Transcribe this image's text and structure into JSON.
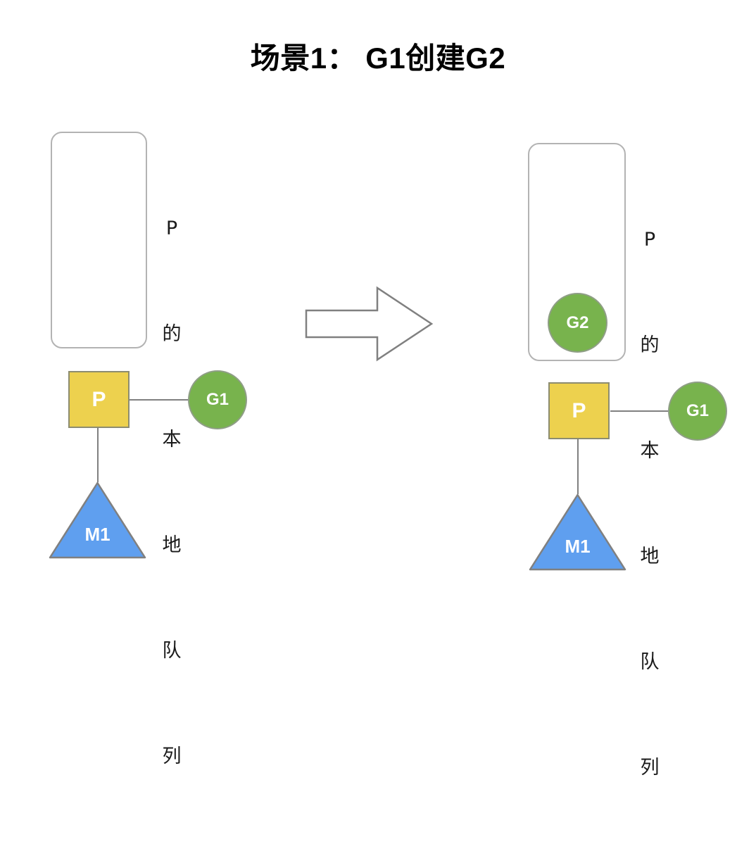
{
  "title": "场景1： G1创建G2",
  "colors": {
    "background": "#ffffff",
    "proc_fill": "#edd14e",
    "proc_stroke": "#8c8c70",
    "goroutine_fill": "#78b34d",
    "goroutine_stroke": "#8f9e86",
    "machine_fill": "#5f9fef",
    "machine_stroke": "#808080",
    "queue_stroke": "#b3b3b3",
    "connector": "#808080",
    "arrow_stroke": "#808080",
    "arrow_fill": "#ffffff",
    "label_text": "#ffffff",
    "caption_text": "#1a1a1a",
    "title_text": "#000000"
  },
  "left_panel": {
    "queue": {
      "name": "P-local-run-queue",
      "caption_chars": [
        "P",
        "的",
        "本",
        "地",
        "队",
        "列"
      ],
      "items": []
    },
    "proc": {
      "label": "P"
    },
    "goroutines": [
      {
        "label": "G1"
      }
    ],
    "machine": {
      "label": "M1"
    }
  },
  "transition": {
    "icon": "right-arrow-icon",
    "direction": "right"
  },
  "right_panel": {
    "queue": {
      "name": "P-local-run-queue",
      "caption_chars": [
        "P",
        "的",
        "本",
        "地",
        "队",
        "列"
      ],
      "items": [
        {
          "label": "G2"
        }
      ]
    },
    "proc": {
      "label": "P"
    },
    "goroutines": [
      {
        "label": "G1"
      }
    ],
    "machine": {
      "label": "M1"
    }
  }
}
